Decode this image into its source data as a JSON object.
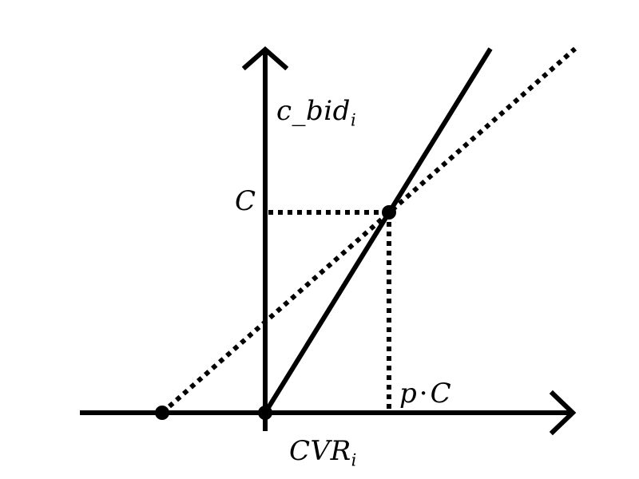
{
  "colors": {
    "ink": "#000000",
    "background": "#ffffff"
  },
  "labels": {
    "y_axis": {
      "main": "c_bid",
      "sub": "i"
    },
    "x_axis": {
      "main": "CVR",
      "sub": "i"
    },
    "c_level": "C",
    "pc_mark": {
      "left": "p",
      "dot": "·",
      "right": "C"
    }
  }
}
